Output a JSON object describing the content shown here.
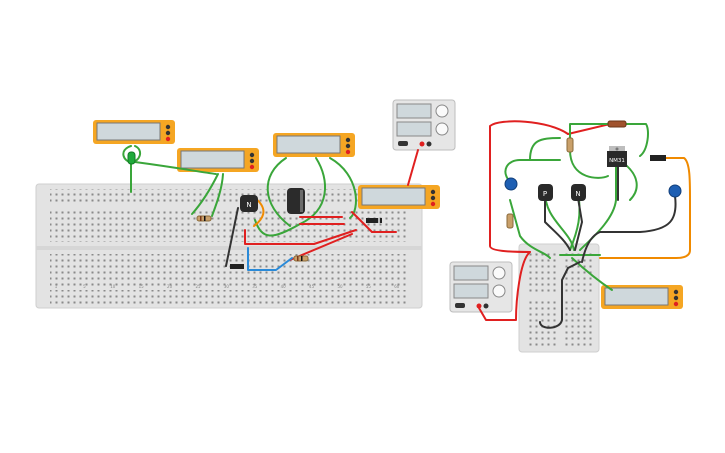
{
  "breadboard_left": {
    "column_numbers": [
      "1",
      "5",
      "10",
      "15",
      "20",
      "25",
      "30",
      "35",
      "40",
      "45",
      "50",
      "55",
      "60"
    ]
  },
  "components": {
    "left_transistor_label": "N",
    "right_transistor_p_label": "P",
    "right_transistor_n_label": "N",
    "regulator_label": "NM31"
  },
  "colors": {
    "multimeter_frame": "#f5a623",
    "multimeter_screen": "#cfd8dc",
    "breadboard": "#e5e5e5",
    "wire_green": "#3aa63a",
    "wire_red": "#e02020",
    "wire_dark": "#333333",
    "wire_orange": "#f08a00",
    "wire_blue": "#2a8ad8"
  },
  "icons": [
    "multimeter-icon",
    "power-supply-icon",
    "led-icon",
    "capacitor-icon",
    "resistor-icon",
    "transistor-icon",
    "diode-icon",
    "potentiometer-icon",
    "voltage-regulator-icon"
  ]
}
